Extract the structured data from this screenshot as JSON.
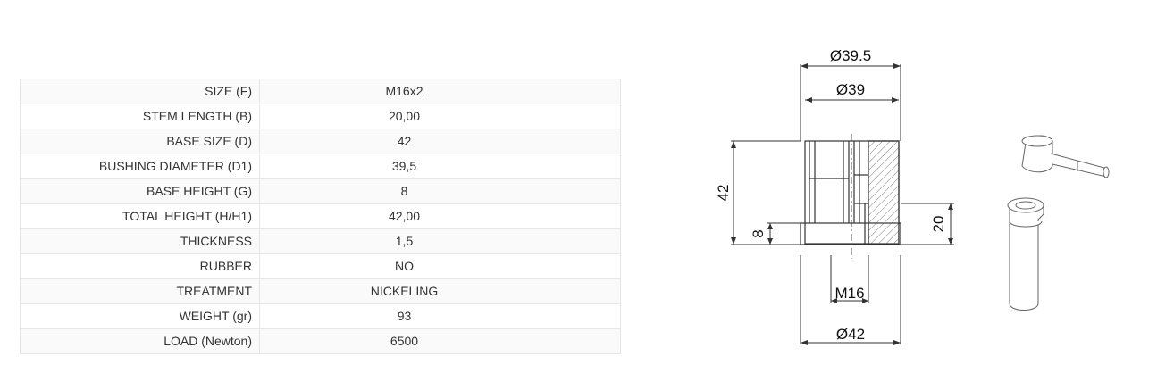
{
  "specs": [
    {
      "label": "SIZE (F)",
      "value": "M16x2"
    },
    {
      "label": "STEM LENGTH (B)",
      "value": "20,00"
    },
    {
      "label": "BASE SIZE (D)",
      "value": "42"
    },
    {
      "label": "BUSHING DIAMETER (D1)",
      "value": "39,5"
    },
    {
      "label": "BASE HEIGHT (G)",
      "value": "8"
    },
    {
      "label": "TOTAL HEIGHT (H/H1)",
      "value": "42,00"
    },
    {
      "label": "THICKNESS",
      "value": "1,5"
    },
    {
      "label": "RUBBER",
      "value": "NO"
    },
    {
      "label": "TREATMENT",
      "value": "NICKELING"
    },
    {
      "label": "WEIGHT (gr)",
      "value": "93"
    },
    {
      "label": "LOAD (Newton)",
      "value": "6500"
    }
  ],
  "drawing": {
    "dims": {
      "outer_top": "Ø39.5",
      "inner_top": "Ø39",
      "height_total": "42",
      "height_base": "8",
      "height_thread": "20",
      "thread": "M16",
      "bottom": "Ø42"
    },
    "stroke_color": "#333333",
    "hatch_color": "#555555"
  }
}
